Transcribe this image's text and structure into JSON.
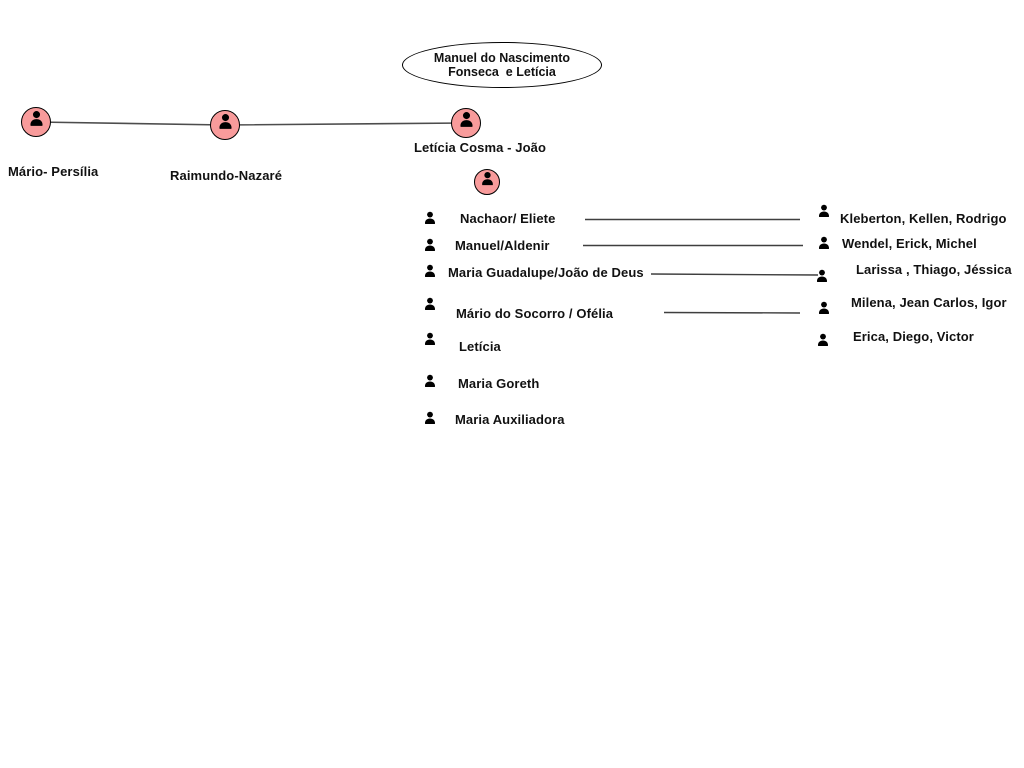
{
  "diagram_title": "Manuel do Nascimento\nFonseca  e Letícia",
  "ancestor_couples": [
    {
      "label": "Mário- Persília"
    },
    {
      "label": "Raimundo-Nazaré"
    },
    {
      "label": "Letícia Cosma - João"
    }
  ],
  "children": [
    {
      "name": "Nachaor/ Eliete"
    },
    {
      "name": "Manuel/Aldenir"
    },
    {
      "name": "Maria Guadalupe/João de Deus"
    },
    {
      "name": "Mário do Socorro / Ofélia"
    },
    {
      "name": "Letícia"
    },
    {
      "name": "Maria Goreth"
    },
    {
      "name": "Maria Auxiliadora"
    }
  ],
  "grandchildren_groups": [
    {
      "names": "Kleberton, Kellen, Rodrigo"
    },
    {
      "names": "Wendel, Erick, Michel"
    },
    {
      "names": "Larissa , Thiago, Jéssica"
    },
    {
      "names": "Milena, Jean Carlos, Igor"
    },
    {
      "names": "Erica, Diego, Victor"
    }
  ],
  "icons": {
    "avatar": "person-icon"
  },
  "colors": {
    "avatar_fill": "#F89B9B",
    "avatar_border": "#000000",
    "connector": "#4d4d4d",
    "text": "#111111",
    "background": "#ffffff"
  }
}
